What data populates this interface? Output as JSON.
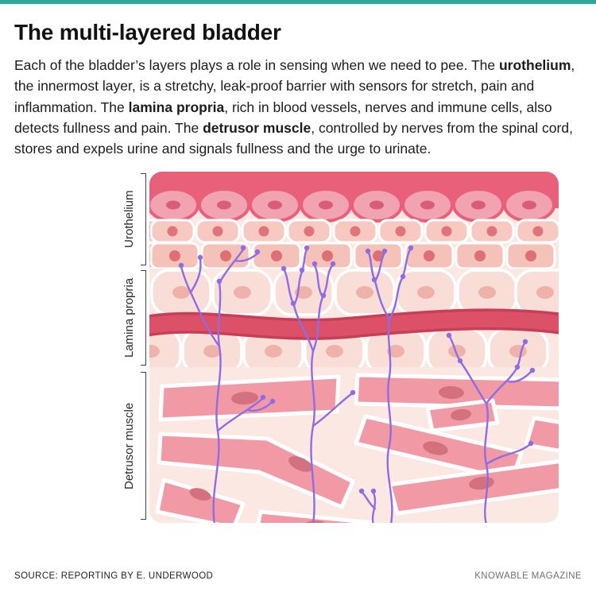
{
  "page": {
    "title": "The multi-layered bladder",
    "accent_color": "#2fa5a0"
  },
  "intro": {
    "segments": [
      {
        "text": "Each of the bladder’s layers plays a role in sensing when we need to pee. The ",
        "bold": false
      },
      {
        "text": "urothelium",
        "bold": true
      },
      {
        "text": ", the innermost layer, is a stretchy, leak-proof barrier with sensors for stretch, pain and inflammation. The ",
        "bold": false
      },
      {
        "text": "lamina propria",
        "bold": true
      },
      {
        "text": ", rich in blood vessels, nerves and immune cells, also detects fullness and pain. The ",
        "bold": false
      },
      {
        "text": "detrusor muscle",
        "bold": true
      },
      {
        "text": ", controlled by nerves from the spinal cord, stores and expels urine and signals fullness and the urge to urinate.",
        "bold": false
      }
    ]
  },
  "figure": {
    "labels": [
      {
        "label": "Urothelium"
      },
      {
        "label": "Lamina propria"
      },
      {
        "label": "Detrusor muscle"
      }
    ],
    "colors": {
      "top_band": "#e8607a",
      "urothelium_cell": "#f7c9c0",
      "cell_nucleus": "#df757b",
      "lamina_background": "#fbe8e3",
      "lamina_cell": "#f9ded7",
      "blood_vessel": "#d84a60",
      "muscle_bundle": "#f19aa6",
      "muscle_nucleus": "#d3717e",
      "nerve": "#8e6ce4"
    }
  },
  "footer": {
    "source": "SOURCE: REPORTING BY E. UNDERWOOD",
    "brand": "KNOWABLE MAGAZINE"
  }
}
